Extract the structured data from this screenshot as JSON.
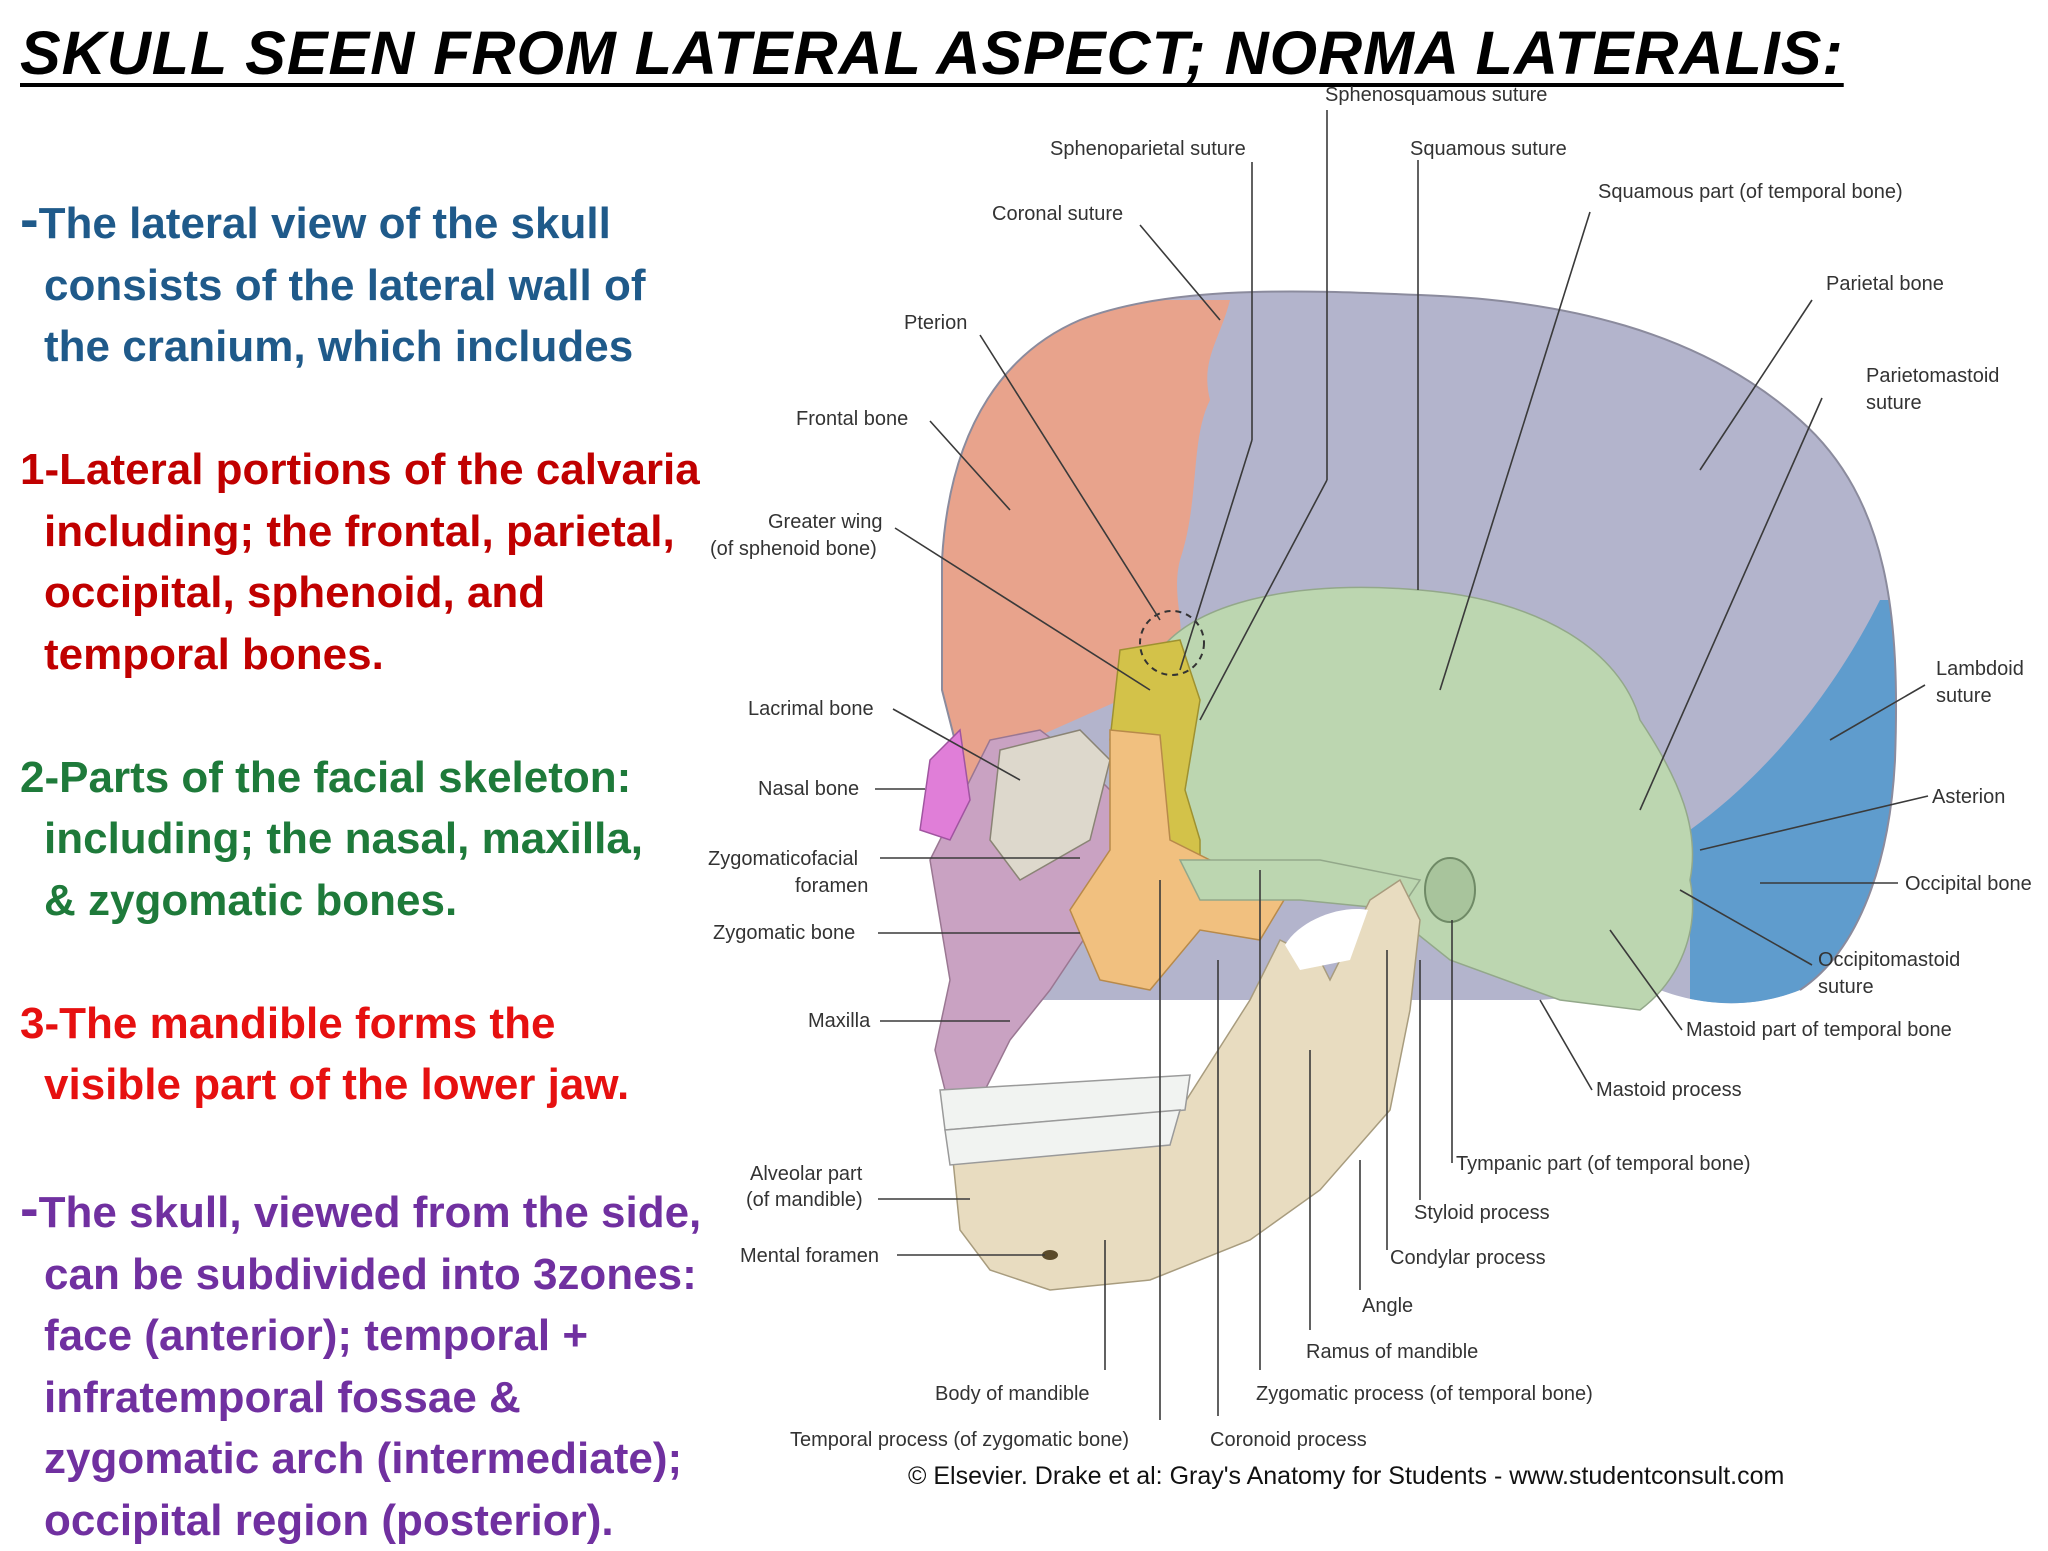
{
  "title": "SKULL  SEEN  FROM  LATERAL  ASPECT;  NORMA  LATERALIS:",
  "paragraphs": [
    {
      "color": "#1f5a8a",
      "lines": [
        "-The lateral view of the skull",
        "consists of the lateral wall of",
        "the cranium, which includes"
      ]
    },
    {
      "color": "#c00000",
      "lines": [
        "1-Lateral portions of the calvaria",
        "including; the frontal, parietal,",
        "occipital, sphenoid, and",
        "temporal bones."
      ]
    },
    {
      "color": "#1e7a3a",
      "lines": [
        "2-Parts of the facial skeleton:",
        "including; the nasal, maxilla,",
        "& zygomatic bones."
      ]
    },
    {
      "color": "#e61010",
      "lines": [
        "3-The mandible forms the",
        "visible part of the lower jaw."
      ]
    },
    {
      "color": "#7030a0",
      "lines": [
        "-The skull, viewed from the side,",
        "can be subdivided into 3zones:",
        "face (anterior); temporal +",
        "infratemporal fossae &",
        "zygomatic arch (intermediate);",
        "occipital region (posterior)."
      ]
    }
  ],
  "labels": {
    "sphenosquamous_suture": "Sphenosquamous suture",
    "sphenoparietal_suture": "Sphenoparietal suture",
    "squamous_suture": "Squamous suture",
    "squamous_part": "Squamous part (of temporal bone)",
    "coronal_suture": "Coronal suture",
    "parietal_bone": "Parietal bone",
    "pterion": "Pterion",
    "parietomastoid_suture_1": "Parietomastoid",
    "parietomastoid_suture_2": "suture",
    "frontal_bone": "Frontal bone",
    "greater_wing_1": "Greater wing",
    "greater_wing_2": "(of sphenoid bone)",
    "lambdoid_suture_1": "Lambdoid",
    "lambdoid_suture_2": "suture",
    "lacrimal_bone": "Lacrimal bone",
    "asterion": "Asterion",
    "nasal_bone": "Nasal bone",
    "zygomaticofacial_1": "Zygomaticofacial",
    "zygomaticofacial_2": "foramen",
    "occipital_bone": "Occipital bone",
    "zygomatic_bone": "Zygomatic bone",
    "occipitomastoid_1": "Occipitomastoid",
    "occipitomastoid_2": "suture",
    "maxilla": "Maxilla",
    "mastoid_part": "Mastoid part of temporal bone",
    "mastoid_process": "Mastoid process",
    "alveolar_part_1": "Alveolar part",
    "alveolar_part_2": "(of mandible)",
    "tympanic_part": "Tympanic part (of temporal bone)",
    "styloid_process": "Styloid process",
    "mental_foramen": "Mental foramen",
    "condylar_process": "Condylar process",
    "angle": "Angle",
    "ramus_of_mandible": "Ramus of mandible",
    "body_of_mandible": "Body of mandible",
    "zygomatic_process": "Zygomatic process (of temporal bone)",
    "temporal_process": "Temporal process (of zygomatic bone)",
    "coronoid_process": "Coronoid process"
  },
  "credit": "© Elsevier. Drake et al: Gray's Anatomy for Students - www.studentconsult.com",
  "colors": {
    "parietal": "#b3b4cc",
    "frontal": "#e8a38c",
    "temporal": "#bcd6b0",
    "sphenoid": "#d3c249",
    "zygomatic": "#f1c07f",
    "maxilla": "#c9a2c2",
    "nasal": "#e07ed8",
    "mandible": "#e8dcc0",
    "occipital": "#5f9ccd",
    "teeth": "#f1f3f1"
  }
}
